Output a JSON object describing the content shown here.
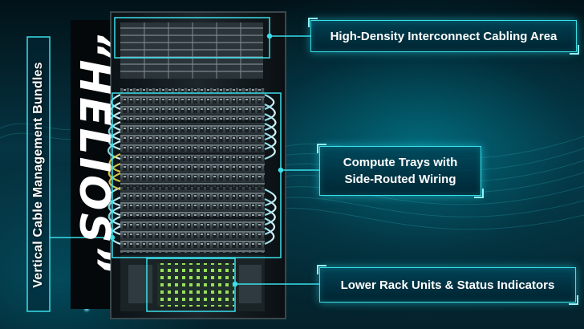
{
  "brand": {
    "text": "“HELIOS”"
  },
  "callouts": {
    "top": "High-Density Interconnect Cabling Area",
    "middle_line1": "Compute Trays with",
    "middle_line2": "Side-Routed Wiring",
    "bottom": "Lower Rack Units & Status Indicators",
    "side": "Vertical Cable Management Bundles"
  },
  "colors": {
    "accent": "#38e0ea",
    "background": "#053442",
    "text": "#ffffff",
    "cable_yellow": "#d8c24a"
  }
}
